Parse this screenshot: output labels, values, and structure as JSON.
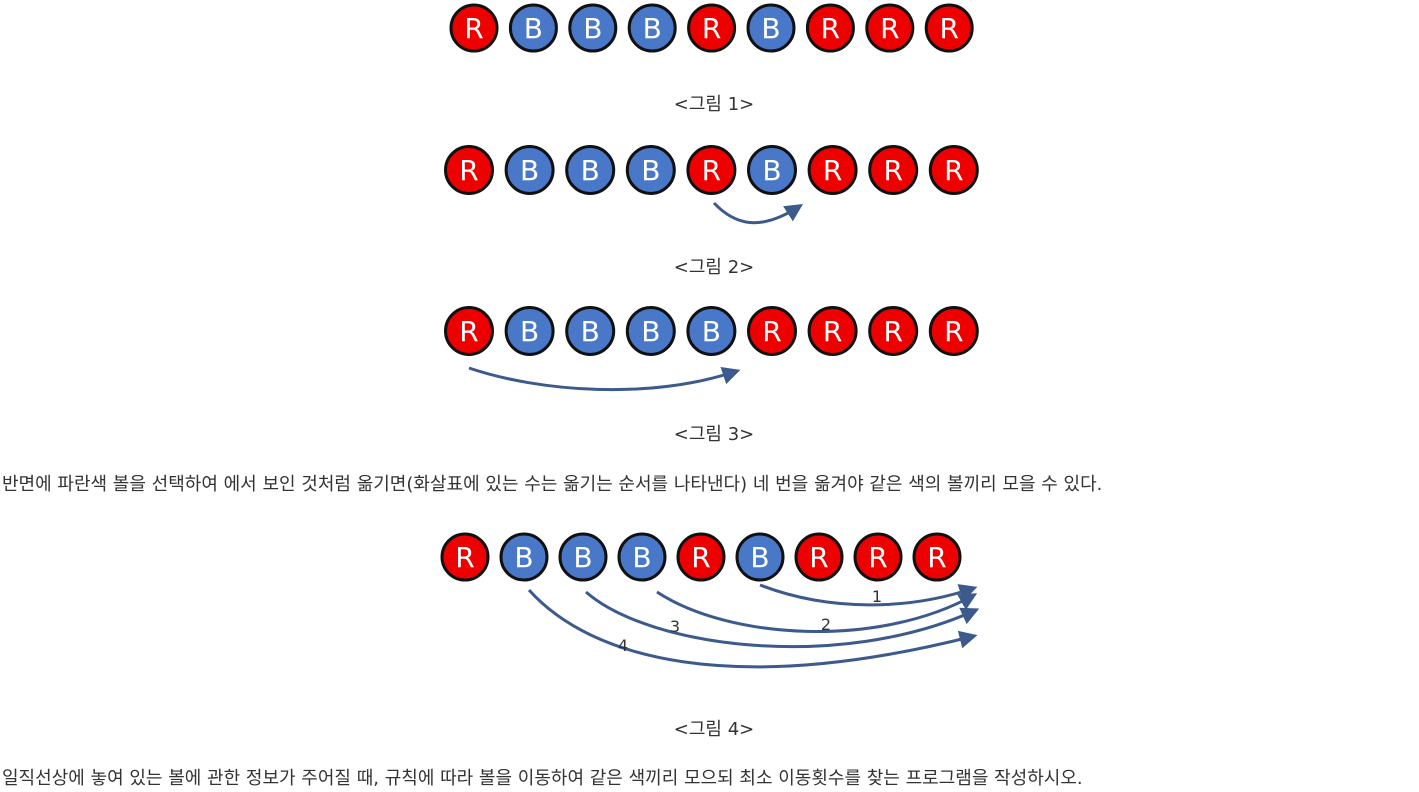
{
  "captions": [
    "<그림 1>",
    "<그림 2>",
    "<그림 3>",
    "<그림 4>"
  ],
  "paragraphs": [
    "반면에 파란색 볼을 선택하여 에서 보인 것처럼 옮기면(화살표에 있는 수는 옮기는 순서를 나타낸다) 네 번을 옮겨야 같은 색의 볼끼리 모을 수 있다.",
    "일직선상에 놓여 있는 볼에 관한 정보가 주어질 때, 규칙에 따라 볼을 이동하여 같은 색끼리 모으되 최소 이동횟수를 찾는 프로그램을 작성하시오."
  ],
  "colors": {
    "red": "#ee0000",
    "blue": "#4a78c8",
    "arrow": "#3c5a8c",
    "text": "#333333"
  },
  "figures": [
    {
      "balls": [
        "R",
        "B",
        "B",
        "B",
        "R",
        "B",
        "R",
        "R",
        "R"
      ],
      "arrow_labels": []
    },
    {
      "balls": [
        "R",
        "B",
        "B",
        "B",
        "R",
        "B",
        "R",
        "R",
        "R"
      ],
      "arrow_labels": []
    },
    {
      "balls": [
        "R",
        "B",
        "B",
        "B",
        "B",
        "R",
        "R",
        "R",
        "R"
      ],
      "arrow_labels": []
    },
    {
      "balls": [
        "R",
        "B",
        "B",
        "B",
        "R",
        "B",
        "R",
        "R",
        "R"
      ],
      "arrow_labels": [
        "1",
        "2",
        "3",
        "4"
      ]
    }
  ]
}
